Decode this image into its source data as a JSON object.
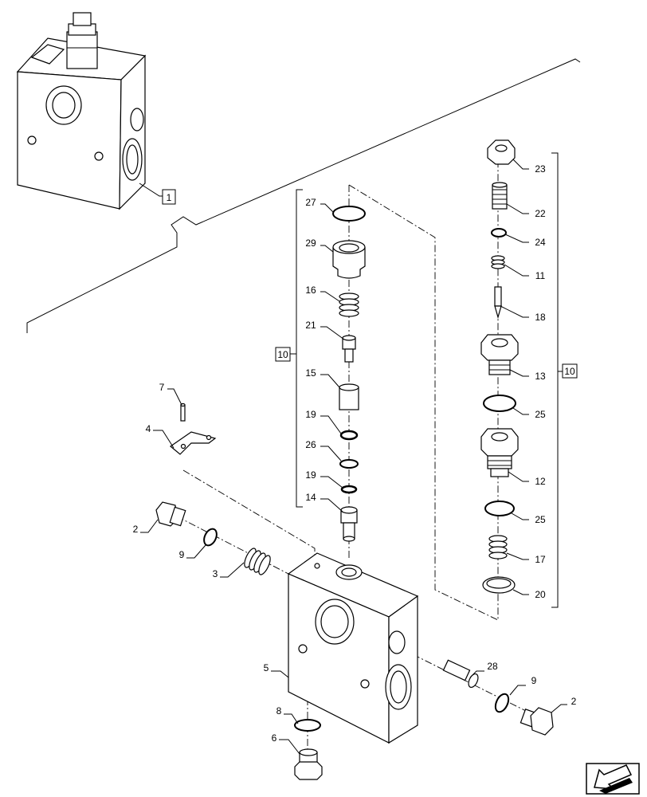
{
  "callouts": {
    "p1": "1",
    "p2a": "2",
    "p2b": "2",
    "p3": "3",
    "p4": "4",
    "p5": "5",
    "p6": "6",
    "p7": "7",
    "p8": "8",
    "p9a": "9",
    "p9b": "9",
    "p10a": "10",
    "p10b": "10",
    "p11": "11",
    "p12": "12",
    "p13": "13",
    "p14": "14",
    "p15": "15",
    "p16": "16",
    "p17": "17",
    "p18": "18",
    "p19a": "19",
    "p19b": "19",
    "p20": "20",
    "p21": "21",
    "p22": "22",
    "p23": "23",
    "p24": "24",
    "p25a": "25",
    "p25b": "25",
    "p26": "26",
    "p27": "27",
    "p28": "28",
    "p29": "29"
  },
  "icons": {
    "navigation": "back-arrow-icon"
  }
}
